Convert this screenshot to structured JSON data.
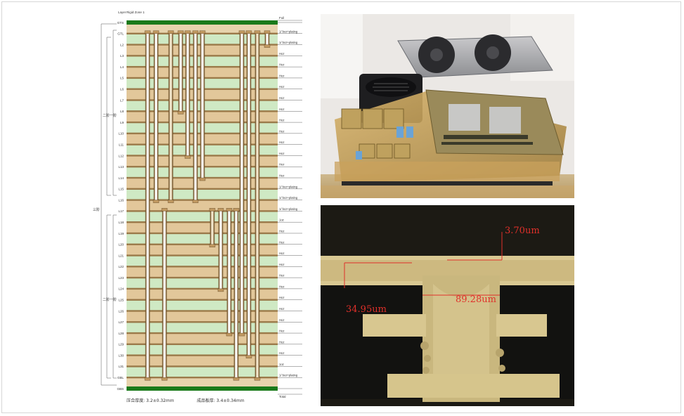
{
  "stackup": {
    "header": {
      "layer": "Layer",
      "zone": "Rigid Zone 1"
    },
    "foil_label": "Foil",
    "total_label": "Total",
    "layers": [
      {
        "name": "GTS",
        "desc": ""
      },
      {
        "name": "GTL",
        "desc": "1/ boz+plating"
      },
      {
        "name": "L2",
        "desc": "1/ boz+plating"
      },
      {
        "name": "L3",
        "desc": "Hoz"
      },
      {
        "name": "L4",
        "desc": "Hoz"
      },
      {
        "name": "L5",
        "desc": "Hoz"
      },
      {
        "name": "L6",
        "desc": "Hoz"
      },
      {
        "name": "L7",
        "desc": "Hoz"
      },
      {
        "name": "L8",
        "desc": "Hoz"
      },
      {
        "name": "L9",
        "desc": "Hoz"
      },
      {
        "name": "L10",
        "desc": "Hoz"
      },
      {
        "name": "L11",
        "desc": "Hoz"
      },
      {
        "name": "L12",
        "desc": "Hoz"
      },
      {
        "name": "L13",
        "desc": "Hoz"
      },
      {
        "name": "L14",
        "desc": "Hoz"
      },
      {
        "name": "L15",
        "desc": "1/ boz+plating"
      },
      {
        "name": "L16",
        "desc": "1/ boz+plating"
      },
      {
        "name": "L17",
        "desc": "1/ boz+plating"
      },
      {
        "name": "L18",
        "desc": "1oz"
      },
      {
        "name": "L19",
        "desc": "Hoz"
      },
      {
        "name": "L20",
        "desc": "Hoz"
      },
      {
        "name": "L21",
        "desc": "Hoz"
      },
      {
        "name": "L22",
        "desc": "Hoz"
      },
      {
        "name": "L23",
        "desc": "Hoz"
      },
      {
        "name": "L24",
        "desc": "Hoz"
      },
      {
        "name": "L25",
        "desc": "Hoz"
      },
      {
        "name": "L26",
        "desc": "Hoz"
      },
      {
        "name": "L27",
        "desc": "Hoz"
      },
      {
        "name": "L28",
        "desc": "Hoz"
      },
      {
        "name": "L29",
        "desc": "Hoz"
      },
      {
        "name": "L30",
        "desc": "Hoz"
      },
      {
        "name": "L31",
        "desc": "1oz"
      },
      {
        "name": "GBL",
        "desc": "1/ boz+plating"
      },
      {
        "name": "GBS",
        "desc": ""
      }
    ],
    "group_labels": {
      "upper": "二阶一阶",
      "lower": "二阶一阶",
      "overall": "三阶"
    },
    "footer": {
      "press_thickness": "压合厚度: 3.2±0.32mm",
      "finished_thickness": "成品板厚: 3.4±0.34mm"
    }
  },
  "photo_top": {
    "subject": "server-hardware-photo"
  },
  "photo_bottom": {
    "measurements": [
      "3.70um",
      "89.28um",
      "34.95um"
    ],
    "annotation_color": "#e0302a"
  }
}
